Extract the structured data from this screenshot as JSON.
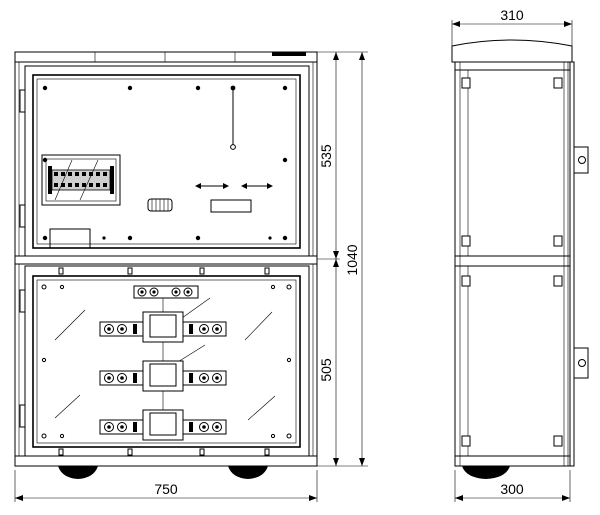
{
  "drawing": {
    "front_view": {
      "width_label": "750",
      "total_height_label": "1040",
      "upper_height_label": "535",
      "lower_height_label": "505"
    },
    "side_view": {
      "top_width_label": "310",
      "bottom_width_label": "300"
    }
  }
}
